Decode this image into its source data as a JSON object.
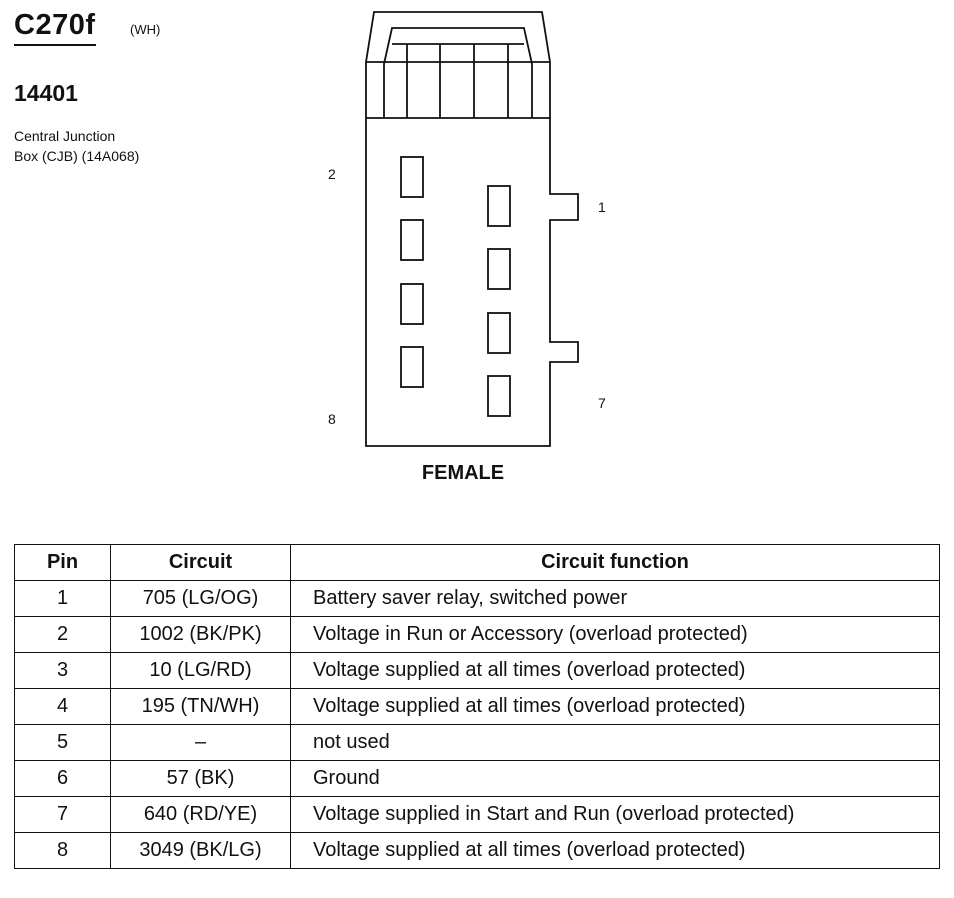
{
  "header": {
    "connector_code": "C270f",
    "connector_color": "(WH)",
    "part_number": "14401",
    "description_line1": "Central Junction",
    "description_line2": "Box (CJB) (14A068)"
  },
  "diagram": {
    "gender_label": "FEMALE",
    "pin_label_2": "2",
    "pin_label_1": "1",
    "pin_label_8": "8",
    "pin_label_7": "7"
  },
  "table": {
    "headers": [
      "Pin",
      "Circuit",
      "Circuit function"
    ],
    "rows": [
      {
        "pin": "1",
        "circuit": "705 (LG/OG)",
        "function": "Battery saver relay, switched power"
      },
      {
        "pin": "2",
        "circuit": "1002 (BK/PK)",
        "function": "Voltage in Run or Accessory (overload protected)"
      },
      {
        "pin": "3",
        "circuit": "10 (LG/RD)",
        "function": "Voltage supplied at all times (overload protected)"
      },
      {
        "pin": "4",
        "circuit": "195 (TN/WH)",
        "function": "Voltage supplied at all times (overload protected)"
      },
      {
        "pin": "5",
        "circuit": "–",
        "function": "not used"
      },
      {
        "pin": "6",
        "circuit": "57 (BK)",
        "function": "Ground"
      },
      {
        "pin": "7",
        "circuit": "640 (RD/YE)",
        "function": "Voltage supplied in Start and Run (overload protected)"
      },
      {
        "pin": "8",
        "circuit": "3049 (BK/LG)",
        "function": "Voltage supplied at all times (overload protected)"
      }
    ]
  }
}
